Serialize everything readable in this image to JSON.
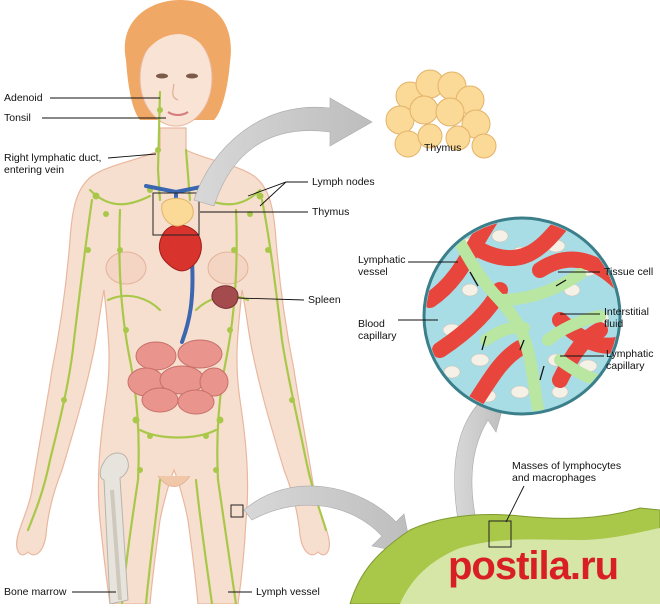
{
  "labels": {
    "adenoid": "Adenoid",
    "tonsil": "Tonsil",
    "right_lymphatic_duct": "Right lymphatic duct,\nentering vein",
    "lymph_nodes": "Lymph nodes",
    "thymus_body": "Thymus",
    "spleen": "Spleen",
    "bone_marrow": "Bone marrow",
    "lymph_vessel": "Lymph vessel",
    "thymus_detail": "Thymus",
    "lymphatic_vessel": "Lymphatic\nvessel",
    "tissue_cell": "Tissue cell",
    "blood_capillary": "Blood\ncapillary",
    "interstitial_fluid": "Interstitial\nfluid",
    "lymphatic_capillary": "Lymphatic\ncapillary",
    "masses": "Masses of lymphocytes\nand macrophages"
  },
  "watermark": "postila.ru",
  "colors": {
    "skin": "#f7dfcf",
    "skin_outline": "#e9b79f",
    "hair": "#f0a866",
    "lymph_green": "#a9c84a",
    "thymus": "#fbd996",
    "blood_red": "#e8463c",
    "vein_blue": "#3a67b0",
    "fluid_blue": "#a9dde6",
    "intestine": "#e9948c",
    "spleen": "#a44b4e"
  }
}
